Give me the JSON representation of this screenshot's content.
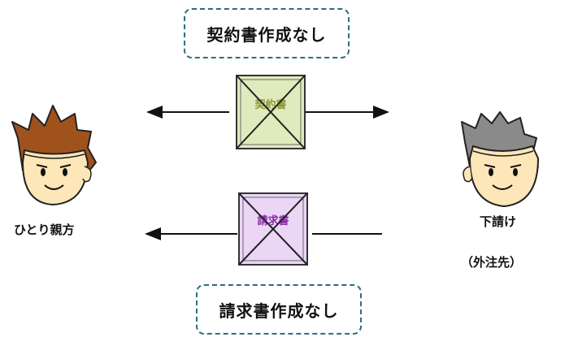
{
  "top_label": "契約書作成なし",
  "bottom_label": "請求書作成なし",
  "contract_doc": {
    "label": "契約書",
    "text_color": "#8c9a3a",
    "fill": "#e0ebbd"
  },
  "invoice_doc": {
    "label": "請求書",
    "text_color": "#8a2aa8",
    "fill": "#ecd6f6"
  },
  "left_person": {
    "label": "ひとり親方",
    "hair_color": "#a0521d",
    "skin_color": "#fde6b8"
  },
  "right_person": {
    "label": "下請け",
    "sub_label": "（外注先）",
    "hair_color": "#8a8a8a",
    "skin_color": "#fde6b8"
  },
  "border_color": "#2e6e80"
}
